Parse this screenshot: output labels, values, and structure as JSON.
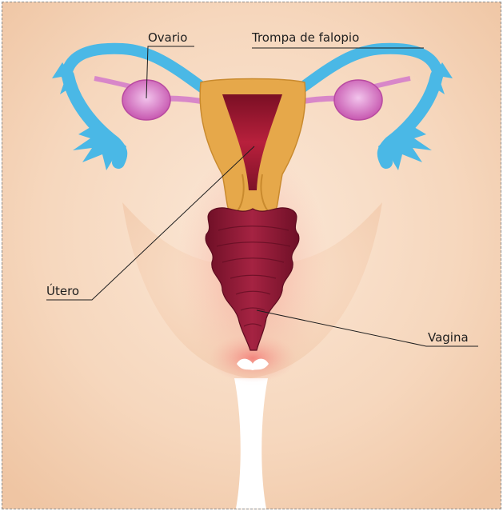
{
  "labels": {
    "ovary": "Ovario",
    "fallopian_tube": "Trompa de falopio",
    "uterus": "Útero",
    "vagina": "Vagina"
  },
  "colors": {
    "background": "#f7dcc4",
    "fallopian_tube": "#4ab8e6",
    "ovary": "#d66ac2",
    "uterus_wall": "#e6a84a",
    "uterus_cavity": "#9c1530",
    "vagina": "#8e1734",
    "glow": "#f08080"
  }
}
